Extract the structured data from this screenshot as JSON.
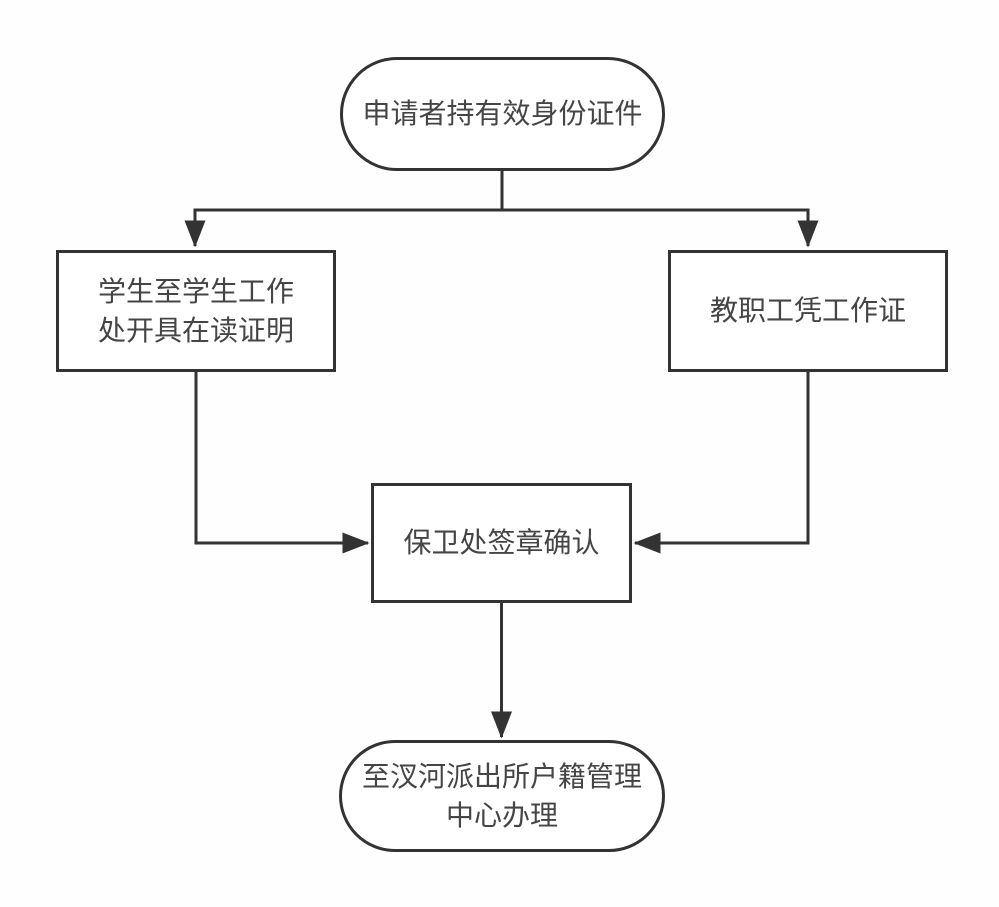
{
  "page": {
    "background": "#fefefe"
  },
  "flowchart": {
    "stroke_color": "#333333",
    "text_color": "#454545",
    "node_fill": "#ffffff",
    "nodes": [
      {
        "id": "start",
        "shape": "stadium",
        "label": "申请者持有效身份证件"
      },
      {
        "id": "student",
        "shape": "rect",
        "label": "学生至学生工作\n处开具在读证明"
      },
      {
        "id": "staff",
        "shape": "rect",
        "label": "教职工凭工作证"
      },
      {
        "id": "security",
        "shape": "rect",
        "label": "保卫处签章确认"
      },
      {
        "id": "end",
        "shape": "stadium",
        "label": "至汊河派出所户籍管理\n中心办理"
      }
    ],
    "edges": [
      {
        "from": "start",
        "to": "student"
      },
      {
        "from": "start",
        "to": "staff"
      },
      {
        "from": "student",
        "to": "security"
      },
      {
        "from": "staff",
        "to": "security"
      },
      {
        "from": "security",
        "to": "end"
      }
    ]
  }
}
